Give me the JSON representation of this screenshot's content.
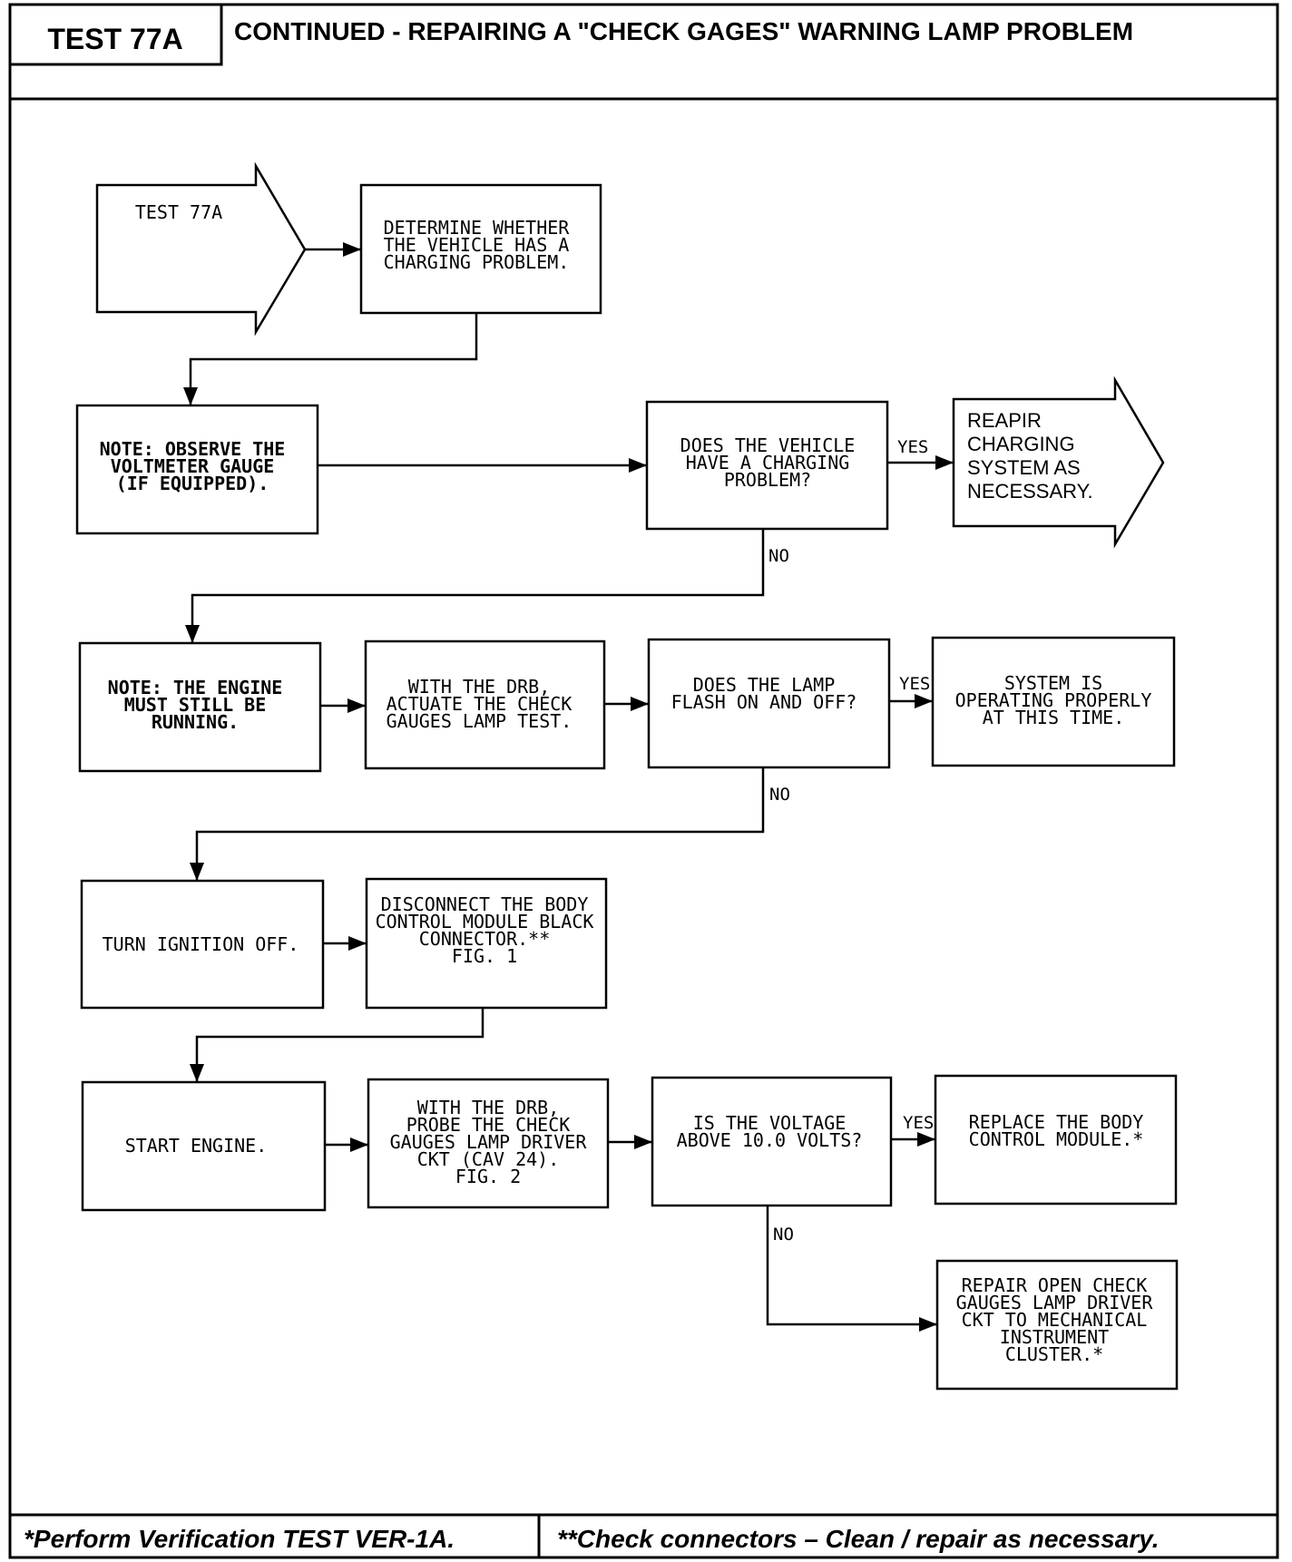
{
  "header": {
    "test_label": "TEST 77A",
    "title": "CONTINUED - REPAIRING A \"CHECK GAGES\" WARNING LAMP PROBLEM"
  },
  "nodes": {
    "start": [
      "TEST 77A"
    ],
    "determine": [
      "DETERMINE WHETHER",
      "THE VEHICLE HAS A",
      "CHARGING PROBLEM."
    ],
    "note_voltmeter": [
      "NOTE: OBSERVE THE",
      "VOLTMETER GAUGE",
      "(IF EQUIPPED)."
    ],
    "q_charging": [
      "DOES THE VEHICLE",
      "HAVE A CHARGING",
      "PROBLEM?"
    ],
    "repair_charging": [
      "REAPIR",
      "CHARGING",
      "SYSTEM AS",
      "NECESSARY."
    ],
    "note_engine": [
      "NOTE:  THE ENGINE",
      "MUST STILL BE",
      "RUNNING."
    ],
    "actuate": [
      "WITH THE DRB,",
      "ACTUATE THE CHECK",
      "GAUGES LAMP TEST."
    ],
    "q_flash": [
      "DOES THE LAMP",
      "FLASH ON AND OFF?"
    ],
    "system_ok": [
      "SYSTEM IS",
      "OPERATING PROPERLY",
      "AT THIS TIME."
    ],
    "ignition_off": [
      "TURN IGNITION OFF."
    ],
    "disconnect": [
      "DISCONNECT THE BODY",
      "CONTROL MODULE BLACK",
      "CONNECTOR.**",
      "",
      "FIG. 1"
    ],
    "start_engine": [
      "START ENGINE."
    ],
    "probe": [
      "WITH THE DRB,",
      "PROBE THE CHECK",
      "GAUGES LAMP DRIVER",
      "CKT (CAV 24).",
      "FIG. 2"
    ],
    "q_voltage": [
      "IS THE VOLTAGE",
      "ABOVE 10.0 VOLTS?"
    ],
    "replace_bcm": [
      "REPLACE THE BODY",
      "CONTROL MODULE.*"
    ],
    "repair_open": [
      "REPAIR OPEN CHECK",
      "GAUGES LAMP DRIVER",
      "CKT TO MECHANICAL",
      "INSTRUMENT",
      "CLUSTER.*"
    ]
  },
  "edge_labels": {
    "yes": "YES",
    "no": "NO"
  },
  "footer": {
    "left": "*Perform Verification TEST VER-1A.",
    "right": "**Check connectors – Clean / repair as necessary."
  }
}
